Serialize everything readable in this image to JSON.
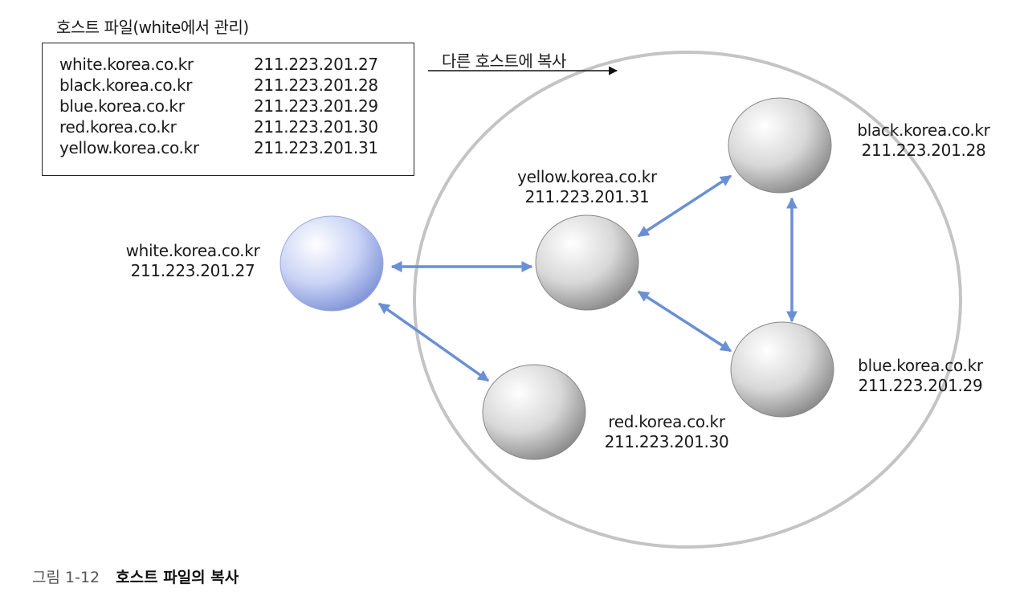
{
  "hosts_file": {
    "title": "호스트 파일(white에서 관리)",
    "entries": [
      {
        "host": "white.korea.co.kr",
        "ip": "211.223.201.27"
      },
      {
        "host": "black.korea.co.kr",
        "ip": "211.223.201.28"
      },
      {
        "host": "blue.korea.co.kr",
        "ip": "211.223.201.29"
      },
      {
        "host": "red.korea.co.kr",
        "ip": "211.223.201.30"
      },
      {
        "host": "yellow.korea.co.kr",
        "ip": "211.223.201.31"
      }
    ]
  },
  "copy_label": "다른 호스트에 복사",
  "nodes": {
    "white": {
      "name": "white.korea.co.kr",
      "ip": "211.223.201.27",
      "color": "#c9d3f5"
    },
    "yellow": {
      "name": "yellow.korea.co.kr",
      "ip": "211.223.201.31",
      "color": "#d8d8d8"
    },
    "black": {
      "name": "black.korea.co.kr",
      "ip": "211.223.201.28",
      "color": "#d8d8d8"
    },
    "blue": {
      "name": "blue.korea.co.kr",
      "ip": "211.223.201.29",
      "color": "#d8d8d8"
    },
    "red": {
      "name": "red.korea.co.kr",
      "ip": "211.223.201.30",
      "color": "#d8d8d8"
    }
  },
  "colors": {
    "arrow": "#6a8fd6",
    "boundary": "#c4c4c4"
  },
  "caption": {
    "number": "그림 1-12",
    "title": "호스트 파일의 복사"
  }
}
